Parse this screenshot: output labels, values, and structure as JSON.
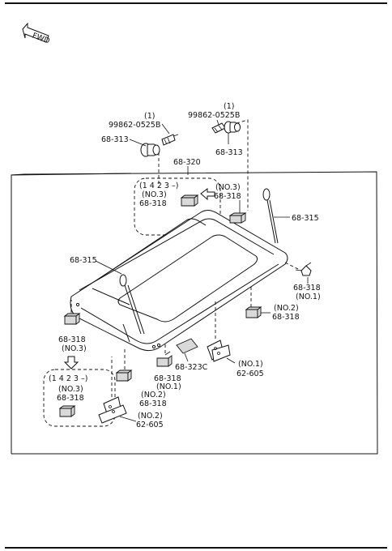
{
  "fwd_label": "FWD",
  "colors": {
    "line": "#111111",
    "part_fill": "#d9d9d9",
    "background": "#ffffff"
  },
  "labels": {
    "bolt_left_qty": "(1)",
    "bolt_left_pn": "99862-0525B",
    "bolt_right_qty": "(1)",
    "bolt_right_pn": "99862-0525B",
    "grommet_left": "68-313",
    "grommet_right": "68-313",
    "board": "68-320",
    "detail_top_seq": "(1 4 2 3 –)",
    "detail_top_no": "(NO.3)",
    "detail_top_pn": "68-318",
    "no3_top_no": "(NO.3)",
    "no3_top_pn": "68-318",
    "strap_right": "68-315",
    "strap_left": "68-315",
    "no1_right_pn": "68-318",
    "no1_right_no": "(NO.1)",
    "no2_right_no": "(NO.2)",
    "no2_right_pn": "68-318",
    "no3_left_pn": "68-318",
    "no3_left_no": "(NO.3)",
    "detail_bottom_seq": "(1 4 2 3 –)",
    "detail_bottom_no": "(NO.3)",
    "detail_bottom_pn": "68-318",
    "no1_bottom_pn": "68-318",
    "no1_bottom_no": "(NO.1)",
    "cover": "68-323C",
    "hinge_right_no": "(NO.1)",
    "hinge_right_pn": "62-605",
    "no2_bottom_no": "(NO.2)",
    "no2_bottom_pn": "68-318",
    "hinge_left_no": "(NO.2)",
    "hinge_left_pn": "62-605"
  }
}
